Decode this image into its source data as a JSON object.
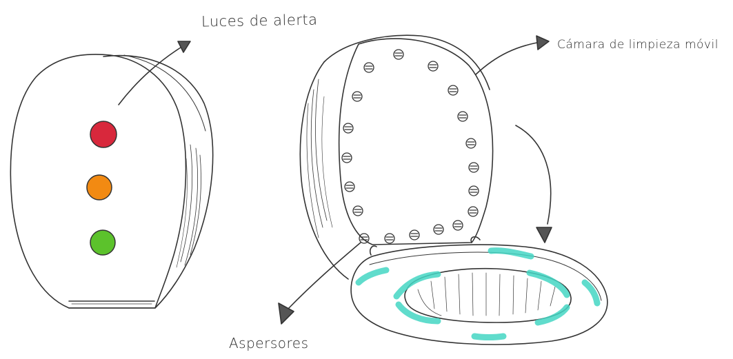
{
  "labels": {
    "alert_lights": "Luces de alerta",
    "cleaning_chamber": "Cámara de limpieza móvil",
    "sprinklers": "Aspersores"
  },
  "alert_light_colors": [
    "#d8283c",
    "#f28a12",
    "#5cc22c"
  ],
  "accent_color": "#45d6c4",
  "ink_color": "#333333"
}
